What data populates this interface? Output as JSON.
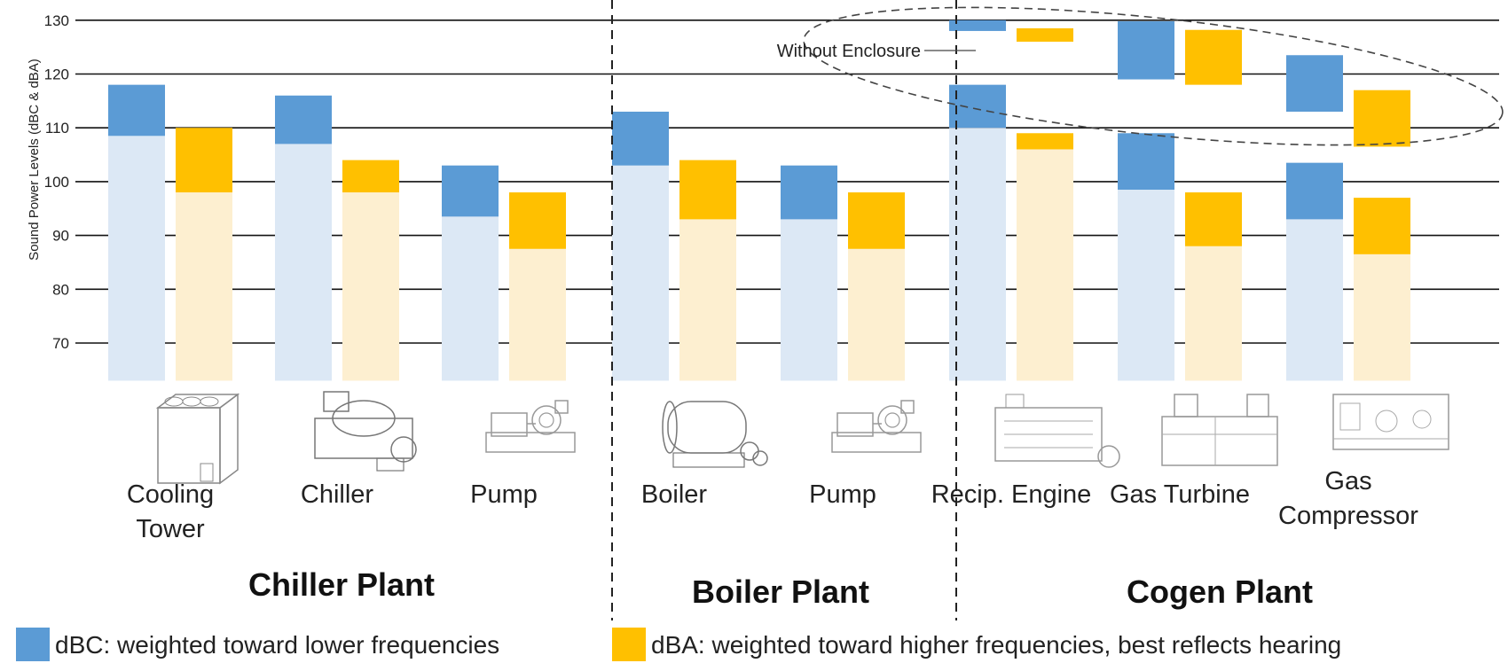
{
  "chart_data": {
    "type": "bar",
    "ylabel": "Sound Power Levels (dBC & dBA)",
    "ylim": [
      63,
      132
    ],
    "yticks": [
      70,
      80,
      90,
      100,
      110,
      120,
      130
    ],
    "grid": true,
    "groups": [
      {
        "label": "Chiller Plant"
      },
      {
        "label": "Boiler Plant"
      },
      {
        "label": "Cogen Plant"
      }
    ],
    "categories": [
      {
        "label": [
          "Cooling",
          "Tower"
        ],
        "group": "Chiller Plant",
        "icon": "cooling-tower-icon"
      },
      {
        "label": [
          "Chiller"
        ],
        "group": "Chiller Plant",
        "icon": "chiller-icon"
      },
      {
        "label": [
          "Pump"
        ],
        "group": "Chiller Plant",
        "icon": "pump-icon"
      },
      {
        "label": [
          "Boiler"
        ],
        "group": "Boiler Plant",
        "icon": "boiler-icon"
      },
      {
        "label": [
          "Pump"
        ],
        "group": "Boiler Plant",
        "icon": "pump-icon"
      },
      {
        "label": [
          "Recip. Engine"
        ],
        "group": "Cogen Plant",
        "icon": "recip-engine-icon"
      },
      {
        "label": [
          "Gas Turbine"
        ],
        "group": "Cogen Plant",
        "icon": "gas-turbine-icon"
      },
      {
        "label": [
          "Gas",
          "Compressor"
        ],
        "group": "Cogen Plant",
        "icon": "gas-compressor-icon"
      }
    ],
    "series": [
      {
        "name": "dBC: weighted toward lower frequencies",
        "color": "#5b9bd5",
        "light_color": "#dce8f5",
        "ranges": [
          [
            108.5,
            118
          ],
          [
            107,
            116
          ],
          [
            93.5,
            103
          ],
          [
            103,
            113
          ],
          [
            93,
            103
          ],
          [
            110,
            118
          ],
          [
            98.5,
            109
          ],
          [
            93,
            103.5
          ]
        ]
      },
      {
        "name": "dBA: weighted toward higher frequencies, best reflects hearing",
        "color": "#ffc000",
        "light_color": "#fdefd0",
        "ranges": [
          [
            98,
            110
          ],
          [
            98,
            104
          ],
          [
            87.5,
            98
          ],
          [
            93,
            104
          ],
          [
            87.5,
            98
          ],
          [
            106,
            109
          ],
          [
            88,
            98
          ],
          [
            86.5,
            97
          ]
        ]
      }
    ],
    "without_enclosure": {
      "label": "Without Enclosure",
      "dBC_ranges": [
        [
          128,
          130
        ],
        [
          119,
          129.8
        ],
        [
          113,
          123.5
        ]
      ],
      "dBA_ranges": [
        [
          126,
          128.5
        ],
        [
          118,
          128.2
        ],
        [
          106.5,
          117
        ]
      ],
      "categories": [
        "Recip. Engine",
        "Gas Turbine",
        "Gas Compressor"
      ]
    }
  }
}
